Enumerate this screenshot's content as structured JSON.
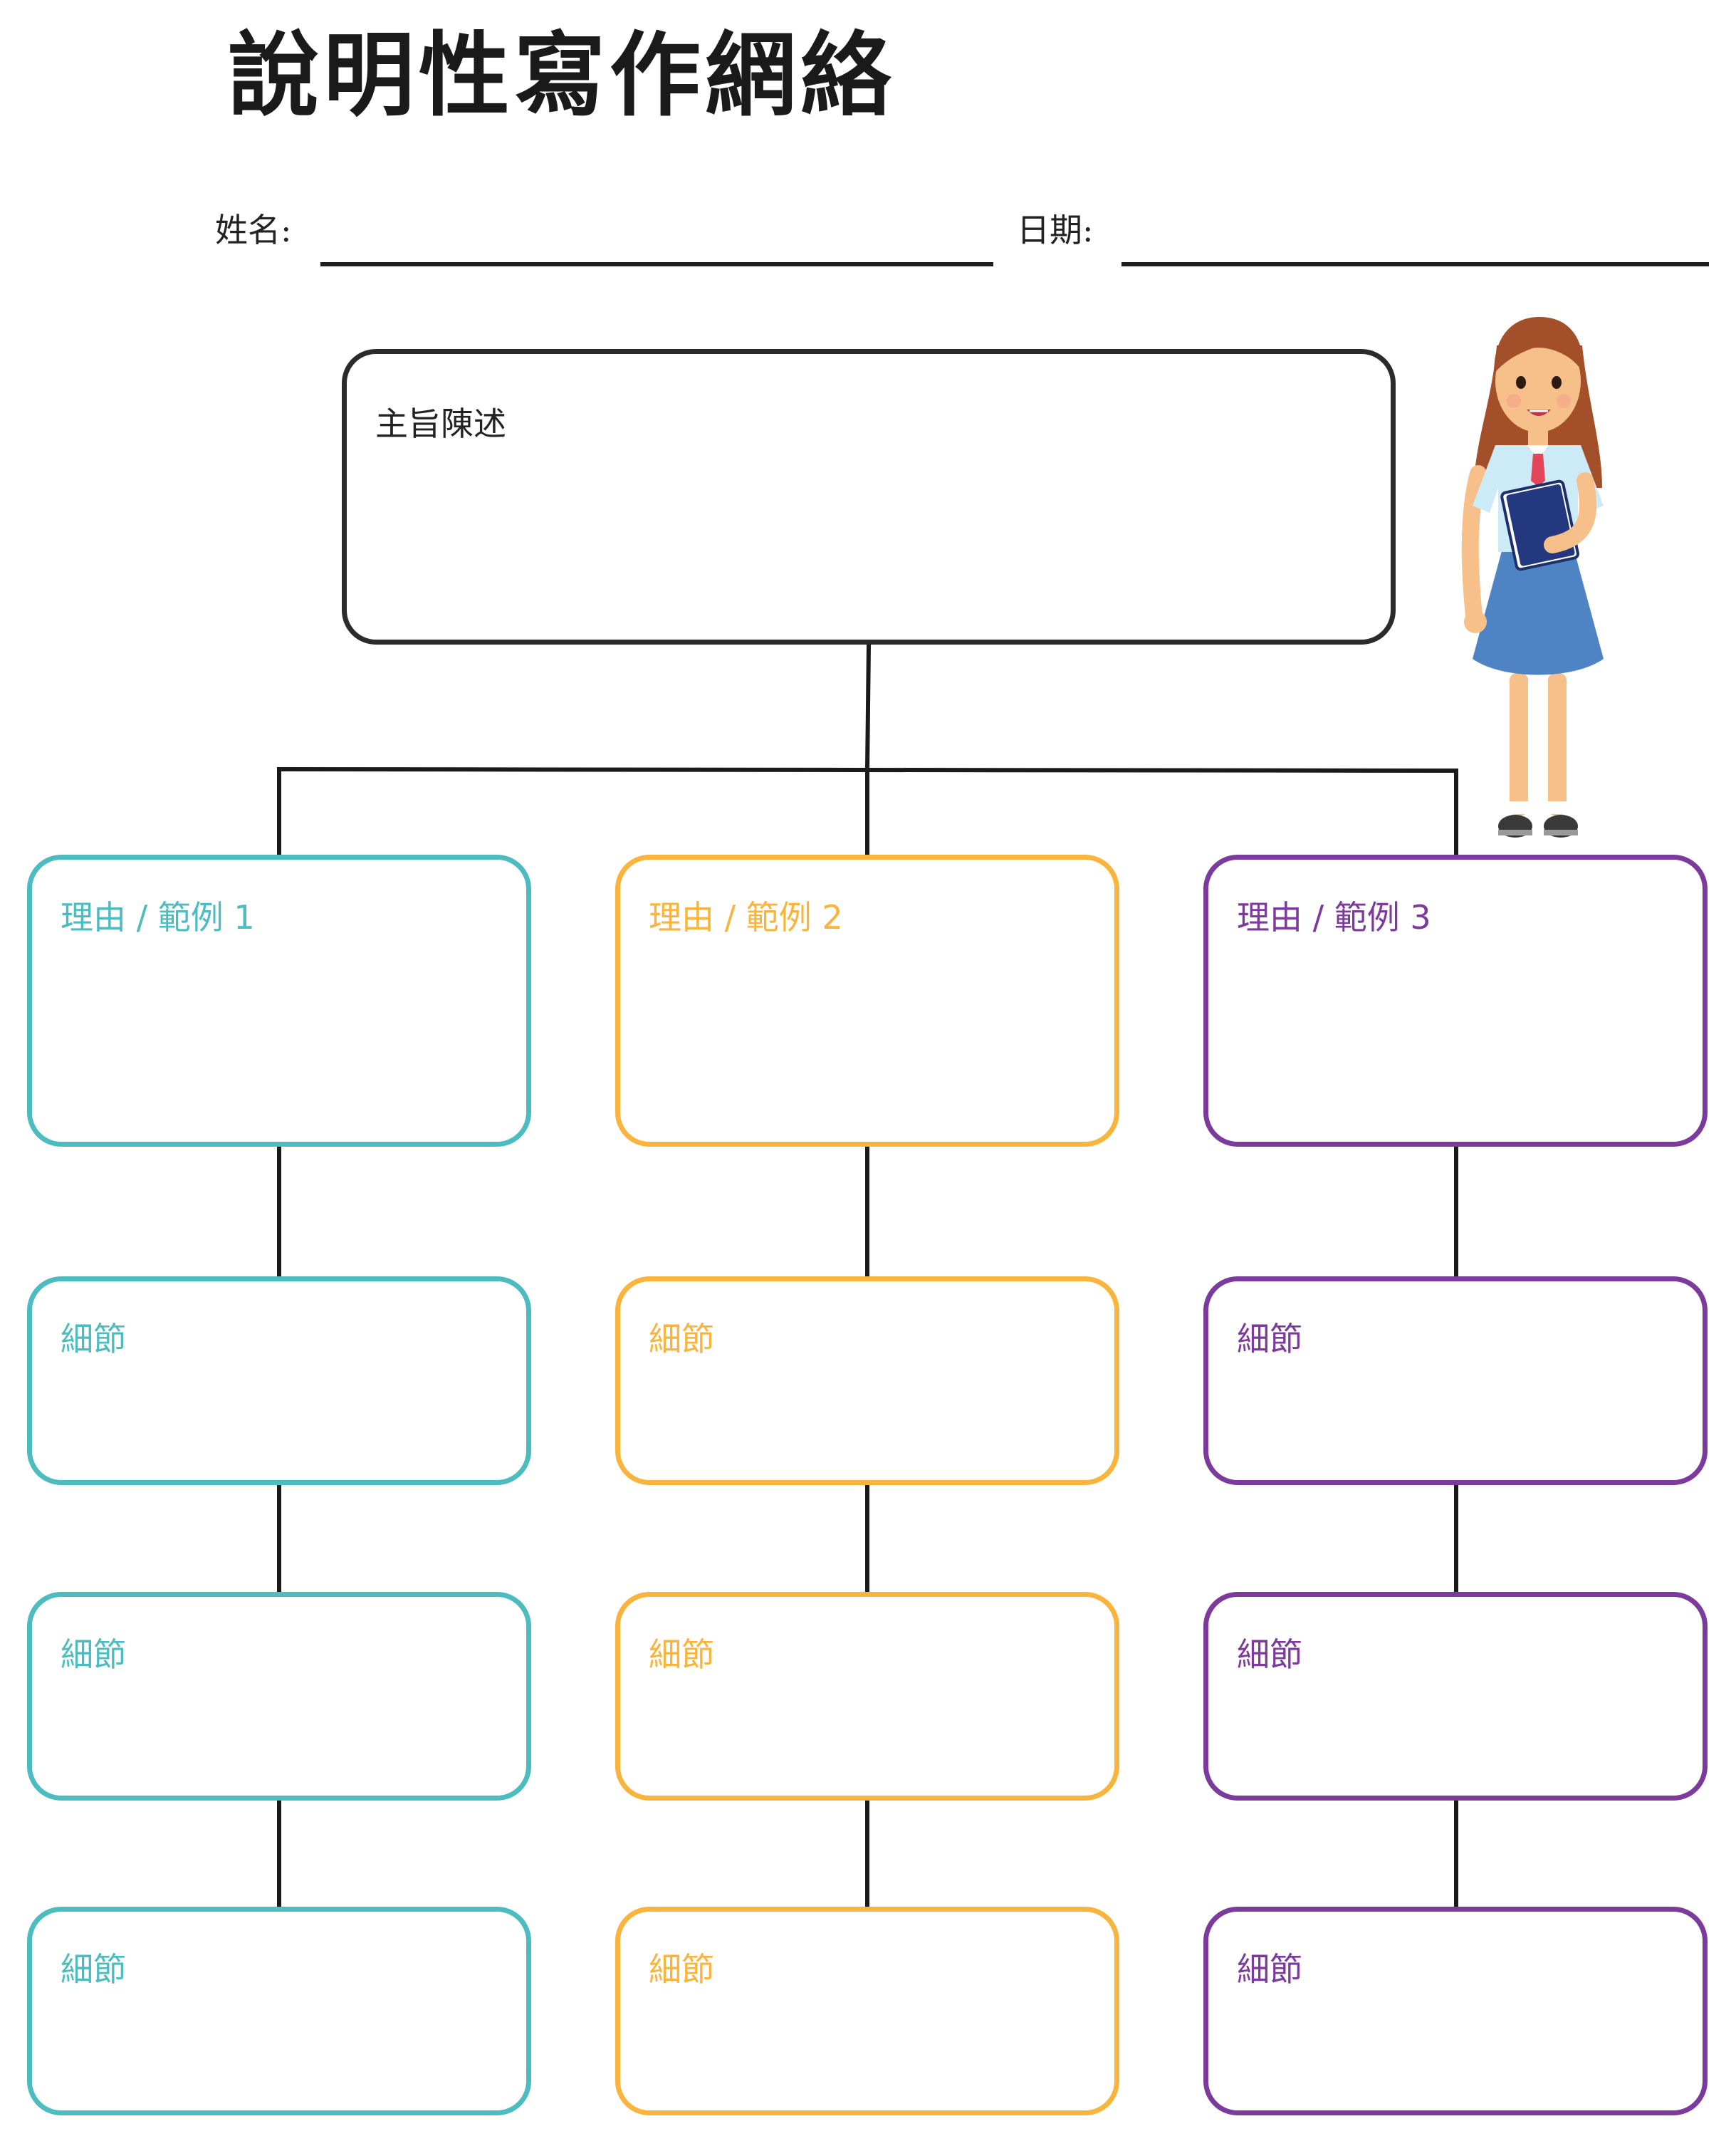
{
  "title": "說明性寫作網絡",
  "fields": {
    "name_label": "姓名:",
    "date_label": "日期:"
  },
  "thesis": {
    "label": "主旨陳述",
    "color": "#2b2b2b"
  },
  "columns": [
    {
      "reason_label": "理由 / 範例 1",
      "color": "#4dbcc1",
      "details": [
        "細節",
        "細節",
        "細節"
      ]
    },
    {
      "reason_label": "理由 / 範例 2",
      "color": "#f8b43d",
      "details": [
        "細節",
        "細節",
        "細節"
      ]
    },
    {
      "reason_label": "理由 / 範例 3",
      "color": "#7b3a9c",
      "details": [
        "細節",
        "細節",
        "細節"
      ]
    }
  ],
  "line_color": "#1a1a1a",
  "illustration": "student-girl-holding-book"
}
